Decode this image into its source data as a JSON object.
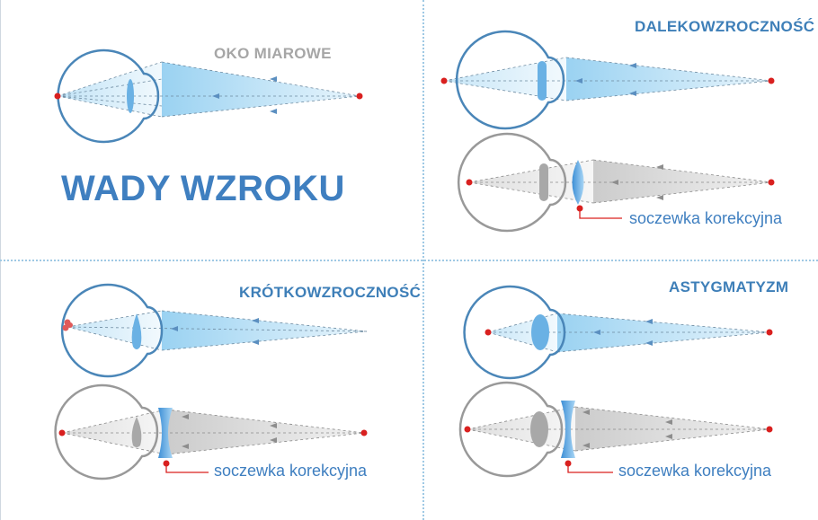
{
  "main_title": "WADY WZROKU",
  "panels": {
    "normal": {
      "title": "OKO MIAROWE"
    },
    "hyperopia": {
      "title": "DALEKOWZROCZNOŚĆ",
      "lens_label": "soczewka korekcyjna"
    },
    "myopia": {
      "title": "KRÓTKOWZROCZNOŚĆ",
      "lens_label": "soczewka korekcyjna"
    },
    "astigmatism": {
      "title": "ASTYGMATYZM",
      "lens_label": "soczewka korekcyjna"
    }
  },
  "colors": {
    "eye_outline_blue": "#4a86b8",
    "eye_outline_gray": "#999999",
    "ray_blue": "#a9d9f2",
    "ray_gray": "#dcdcdc",
    "lens_blue": "#5fa8e0",
    "lens_gray": "#a8a8a8",
    "focus_point": "#d9201f",
    "label_line": "#d9201f",
    "title_blue": "#3e7fb8",
    "title_gray": "#a6a6a6"
  }
}
